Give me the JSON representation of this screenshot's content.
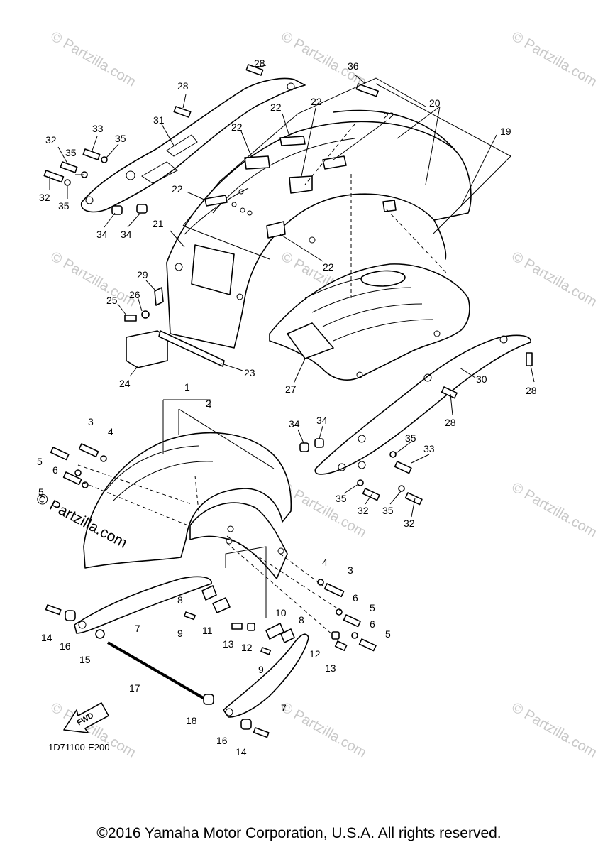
{
  "diagram_code": "1D71100-E200",
  "copyright": "©2016 Yamaha Motor Corporation, U.S.A. All rights reserved.",
  "watermark": "© Partzilla.com",
  "brand_mark": "© Partzilla.com",
  "fwd_label": "FWD",
  "callouts": [
    "1",
    "2",
    "3",
    "4",
    "5",
    "6",
    "7",
    "8",
    "9",
    "10",
    "11",
    "12",
    "13",
    "14",
    "15",
    "16",
    "17",
    "18",
    "19",
    "20",
    "21",
    "22",
    "23",
    "24",
    "25",
    "26",
    "27",
    "28",
    "29",
    "30",
    "31",
    "32",
    "33",
    "34",
    "35",
    "36"
  ]
}
